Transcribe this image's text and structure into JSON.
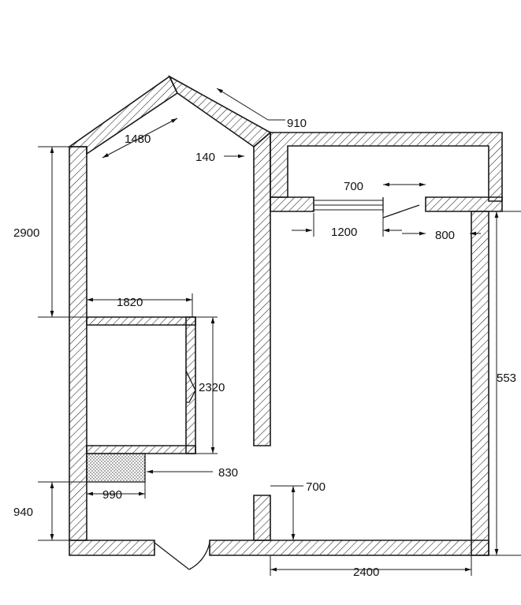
{
  "dimensions": {
    "top_left_wall": "1480",
    "top_right_wall": "910",
    "wall_gap": "140",
    "window_width": "700",
    "left_height": "2900",
    "window_opening": "1200",
    "door_width": "800",
    "right_height": "553",
    "room_width": "1820",
    "room_height": "2320",
    "counter_width": "830",
    "counter_depth": "990",
    "partition_height": "700",
    "lower_left_height": "940",
    "bottom_width": "2400"
  }
}
